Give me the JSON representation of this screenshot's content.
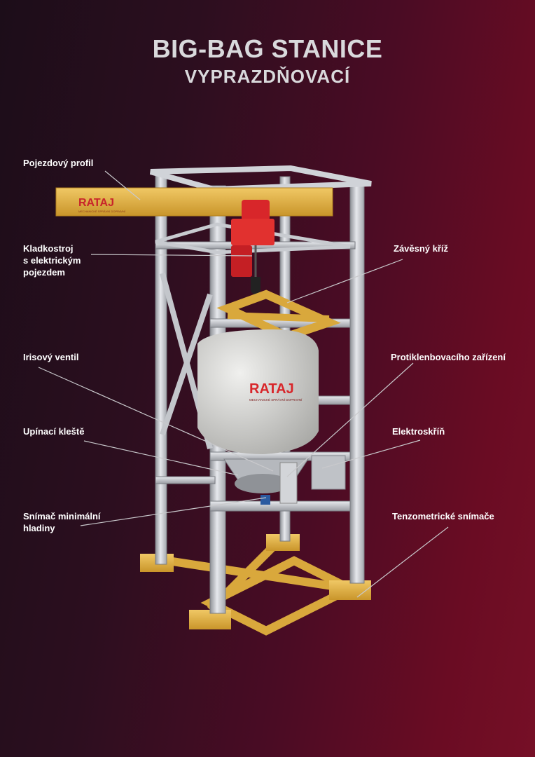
{
  "title": {
    "line1": "BIG-BAG STANICE",
    "line2": "VYPRAZDŇOVACÍ"
  },
  "brand": {
    "logo_text": "RATAJ",
    "tagline": "MECHANICKÉ SPRÁVNÍ DOPRAVNÍ"
  },
  "labels": {
    "pojezdovy_profil": "Pojezdový profil",
    "kladkostroj": "Kladkostroj\ns elektrickým\npojezdem",
    "zavesny_kriz": "Závěsný kříž",
    "irisovy_ventil": "Irisový ventil",
    "protiklenbovaci": "Protiklenbovacího zařízení",
    "upinaci_kleste": "Upínací kleště",
    "elektroskrin": "Elektroskříň",
    "snimac": "Snímač minimální\nhladiny",
    "tenzometricke": "Tenzometrické snímače"
  },
  "colors": {
    "frame": "#c8cbd0",
    "beam": "#e3b84a",
    "hoist": "#d8262a",
    "bag": "#d9d9d7",
    "pointer": "#c9c9cc"
  }
}
